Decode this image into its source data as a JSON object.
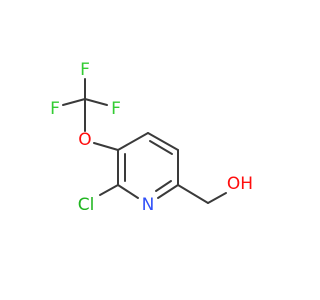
{
  "molecule": {
    "atoms": {
      "f_top": {
        "symbol": "F",
        "color": "#33cc33"
      },
      "f_left": {
        "symbol": "F",
        "color": "#33cc33"
      },
      "f_right": {
        "symbol": "F",
        "color": "#33cc33"
      },
      "o_ether": {
        "symbol": "O",
        "color": "#ff0d0d"
      },
      "n_ring": {
        "symbol": "N",
        "color": "#3050f8"
      },
      "cl": {
        "symbol": "Cl",
        "color": "#1fb51f"
      },
      "o_hydroxyl": {
        "symbol": "OH",
        "color": "#ff0d0d"
      }
    },
    "bond_color": "#3a3a3a"
  }
}
